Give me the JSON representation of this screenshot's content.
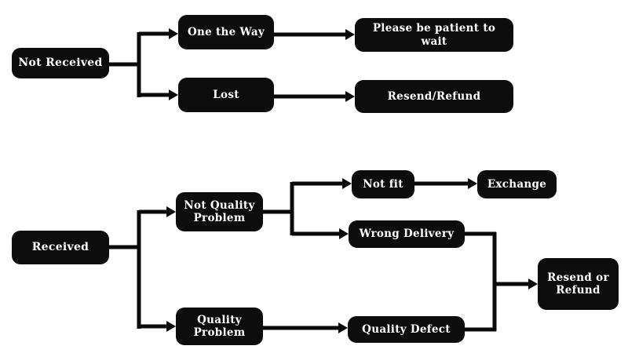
{
  "colors": {
    "background": "#ffffff",
    "node_bg": "#0d0d0d",
    "node_text": "#ffffff",
    "connector": "#0a0a0a"
  },
  "nodes": {
    "not_received": "Not Received",
    "one_the_way": "One the Way",
    "please_wait": "Please be patient to wait",
    "lost": "Lost",
    "resend_refund": "Resend/Refund",
    "received": "Received",
    "not_quality_problem": "Not Quality Problem",
    "quality_problem": "Quality Problem",
    "not_fit": "Not fit",
    "exchange": "Exchange",
    "wrong_delivery": "Wrong Delivery",
    "quality_defect": "Quality Defect",
    "resend_or_refund": "Resend or Refund"
  },
  "edges": [
    {
      "from": "Not Received",
      "to": "One the Way"
    },
    {
      "from": "Not Received",
      "to": "Lost"
    },
    {
      "from": "One the Way",
      "to": "Please be patient to wait"
    },
    {
      "from": "Lost",
      "to": "Resend/Refund"
    },
    {
      "from": "Received",
      "to": "Not Quality Problem"
    },
    {
      "from": "Received",
      "to": "Quality Problem"
    },
    {
      "from": "Not Quality Problem",
      "to": "Not fit"
    },
    {
      "from": "Not Quality Problem",
      "to": "Wrong Delivery"
    },
    {
      "from": "Not fit",
      "to": "Exchange"
    },
    {
      "from": "Quality Problem",
      "to": "Quality Defect"
    },
    {
      "from": "Wrong Delivery",
      "to": "Resend or Refund"
    },
    {
      "from": "Quality Defect",
      "to": "Resend or Refund"
    }
  ]
}
